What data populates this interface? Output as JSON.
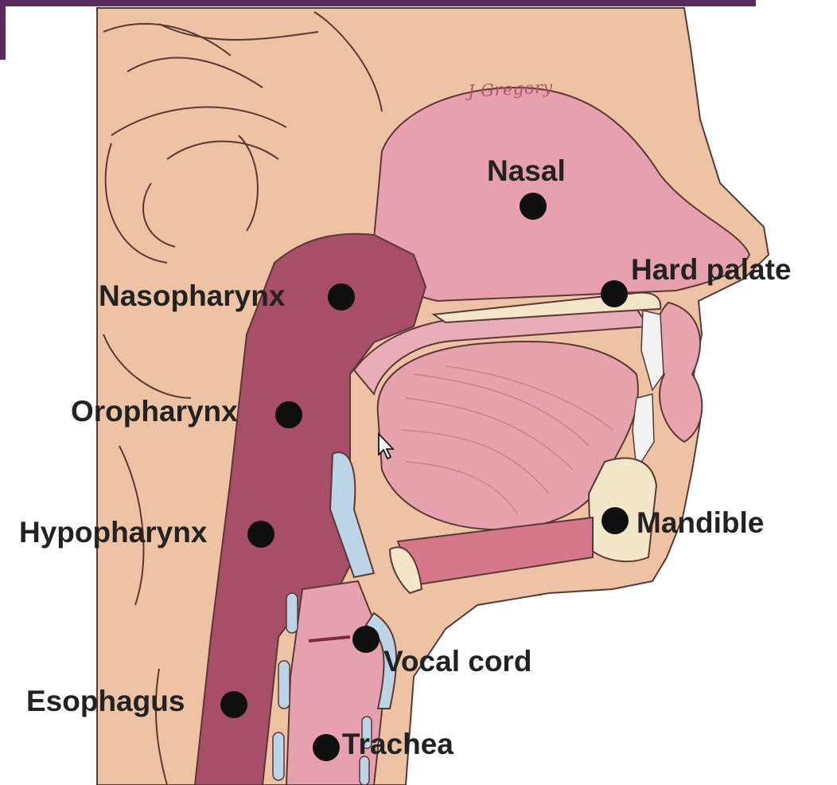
{
  "diagram": {
    "signature": "J Gregory",
    "colors": {
      "skin": "#eec3a3",
      "mucosa": "#e7a0ad",
      "pharynx": "#a94e68",
      "tongue": "#e6a2ad",
      "cartilage": "#bcd5e6",
      "bone": "#f4e7c9",
      "line": "#5a3838"
    },
    "labels": {
      "nasal": "Nasal",
      "hard_palate": "Hard palate",
      "nasopharynx": "Nasopharynx",
      "oropharynx": "Oropharynx",
      "hypopharynx": "Hypopharynx",
      "mandible": "Mandible",
      "vocal_cord": "Vocal cord",
      "esophagus": "Esophagus",
      "trachea": "Trachea"
    }
  }
}
